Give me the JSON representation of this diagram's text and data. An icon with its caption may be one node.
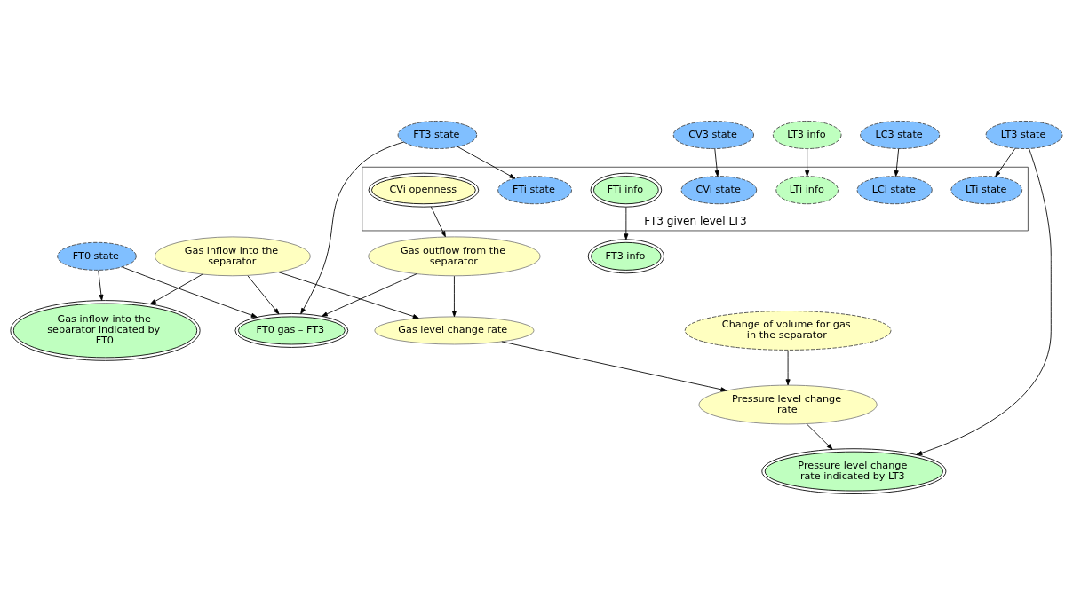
{
  "diagram": {
    "nodes": [
      {
        "text": [
          "FT3 state"
        ]
      },
      {
        "text": [
          "LC3 state"
        ]
      },
      {
        "text": [
          "CV3 state"
        ]
      },
      {
        "text": [
          "LT3 info"
        ]
      },
      {
        "text": [
          "FT3 given level LT3"
        ]
      },
      {
        "text": [
          "FTi state"
        ],
        "in": 4
      },
      {
        "text": [
          "LCi state"
        ],
        "in": 4
      },
      {
        "text": [
          "CVi state"
        ],
        "in": 4
      },
      {
        "text": [
          "LTi info"
        ],
        "in": 4
      },
      {
        "text": [
          "FT0 gas – FT3"
        ]
      },
      {
        "text": [
          "CVi openness"
        ],
        "in": 4
      },
      {
        "text": [
          "LTi state"
        ],
        "in": 4
      },
      {
        "text": [
          "FTi info"
        ],
        "in": 4
      },
      {
        "text": [
          "Gas outflow from the separator"
        ]
      },
      {
        "text": [
          "LT3 state"
        ]
      },
      {
        "text": [
          "FT3 info"
        ]
      },
      {
        "text": [
          "FT0 state"
        ]
      },
      {
        "text": [
          "Gas inflow into the separator"
        ]
      },
      {
        "text": [
          "Gas level change rate"
        ]
      },
      {
        "text": [
          "Pressure level change rate indicated by LT3"
        ]
      },
      {
        "text": [
          "Gas inflow into the separator indicated by FT0"
        ]
      },
      {
        "text": [
          "Pressure level change rate"
        ]
      },
      {
        "text": [
          "Change of volume for gas in the separator"
        ]
      }
    ],
    "edges": [
      {
        "from": 0,
        "to": 9,
        "arrow": "to"
      },
      {
        "from": 0,
        "to": 5,
        "arrow": "to"
      },
      {
        "from": 1,
        "to": 6,
        "arrow": "to"
      },
      {
        "from": 2,
        "to": 7,
        "arrow": "to"
      },
      {
        "from": 3,
        "to": 8,
        "arrow": "to"
      },
      {
        "from": 16,
        "to": 9,
        "arrow": "to"
      },
      {
        "from": 17,
        "to": 9,
        "arrow": "to"
      },
      {
        "from": 13,
        "to": 9,
        "arrow": "to"
      },
      {
        "from": 10,
        "to": 13,
        "arrow": "to"
      },
      {
        "from": 14,
        "to": 11,
        "arrow": "to"
      },
      {
        "from": 12,
        "to": 15,
        "arrow": "to"
      },
      {
        "from": 13,
        "to": 18,
        "arrow": "to"
      },
      {
        "from": 17,
        "to": 18,
        "arrow": "to"
      },
      {
        "from": 14,
        "to": 19,
        "arrow": "to"
      },
      {
        "from": 16,
        "to": 20,
        "arrow": "to"
      },
      {
        "from": 17,
        "to": 20,
        "arrow": "to"
      },
      {
        "from": 18,
        "to": 21,
        "arrow": "to"
      },
      {
        "from": 21,
        "to": 19,
        "arrow": "to"
      },
      {
        "from": 22,
        "to": 21,
        "arrow": "to"
      }
    ]
  }
}
